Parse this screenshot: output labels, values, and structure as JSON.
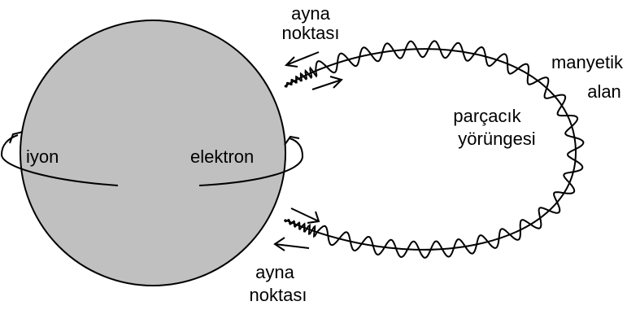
{
  "labels": {
    "mirror_top_line1": "ayna",
    "mirror_top_line2": "noktası",
    "mirror_bottom_line1": "ayna",
    "mirror_bottom_line2": "noktası",
    "field_line1": "manyetik",
    "field_line2": "alan",
    "trajectory_line1": "parçacık",
    "trajectory_line2": "yörüngesi",
    "ion": "iyon",
    "electron": "elektron"
  },
  "colors": {
    "planet_fill": "#c0c0c0",
    "stroke": "#000000",
    "background": "#ffffff"
  }
}
